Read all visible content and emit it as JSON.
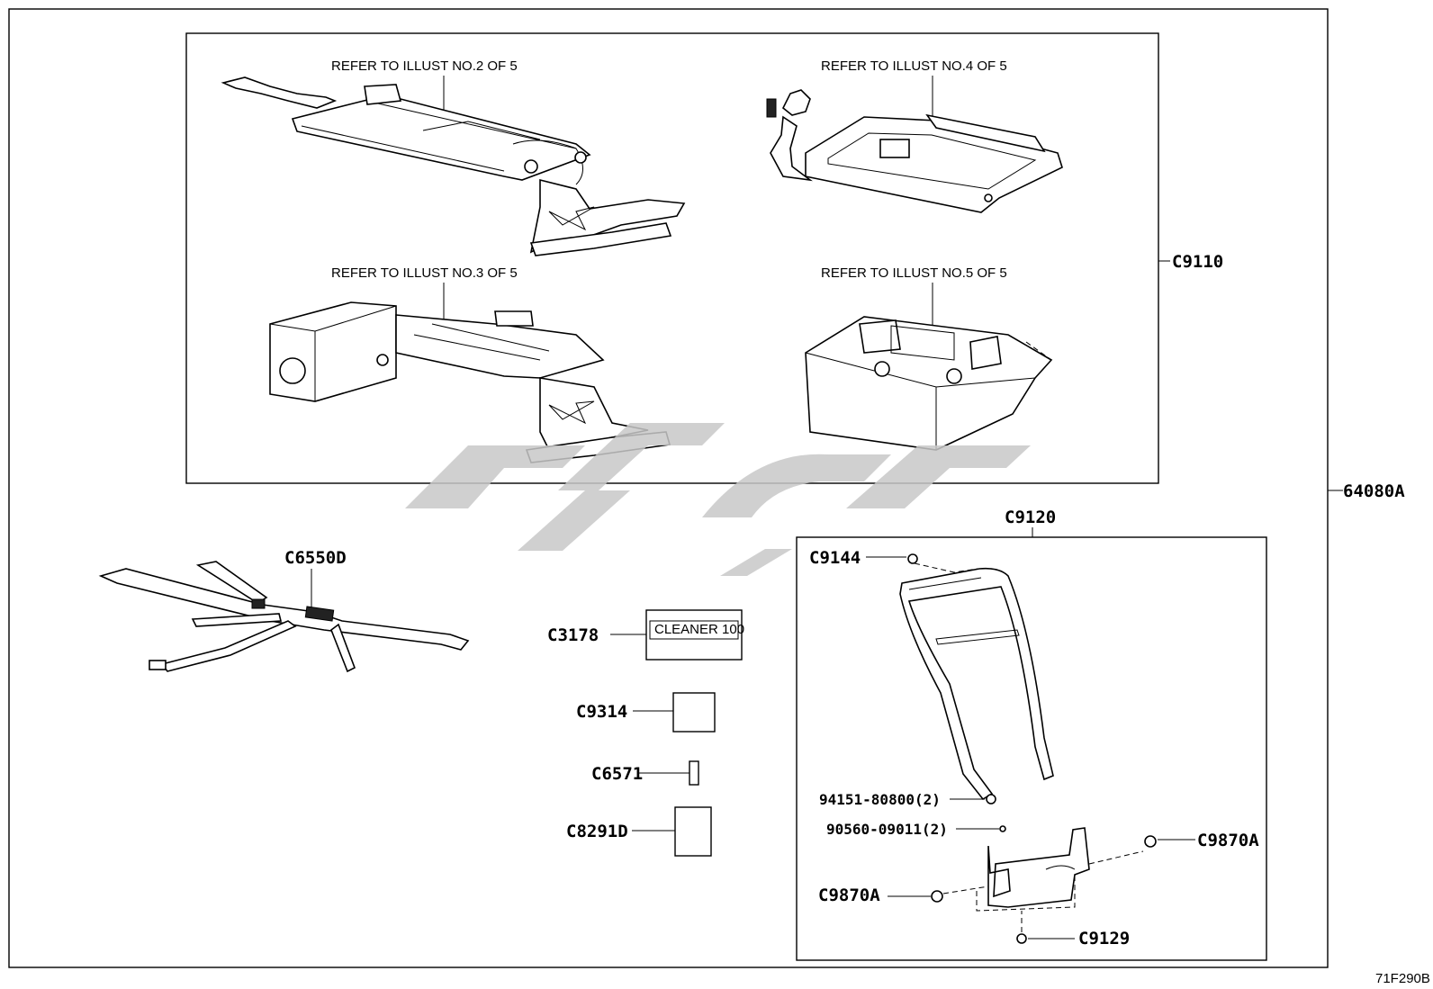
{
  "diagram_id": "71F290B",
  "parts": {
    "outer": "64080A",
    "frame_group": "C9110",
    "harness": "C6550D",
    "cleaner": "C3178",
    "c9314": "C9314",
    "c6571": "C6571",
    "c8291d": "C8291D",
    "bar_group": "C9120",
    "c9144": "C9144",
    "bolt1": "94151-80800(2)",
    "bolt2": "90560-09011(2)",
    "c9870a_right": "C9870A",
    "c9870a_left": "C9870A",
    "c9129": "C9129"
  },
  "refs": {
    "ref2": "REFER TO ILLUST NO.2 OF 5",
    "ref3": "REFER TO ILLUST NO.3 OF 5",
    "ref4": "REFER TO ILLUST NO.4 OF 5",
    "ref5": "REFER TO ILLUST NO.5 OF 5"
  },
  "cleaner_label": "CLEANER 100",
  "watermark_color": "#c8c8c8"
}
